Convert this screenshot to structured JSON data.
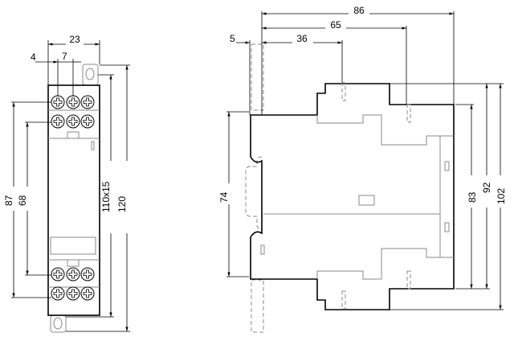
{
  "front_view": {
    "dims": {
      "width_total": "23",
      "offset": "4",
      "pitch": "7",
      "hole_spacing_outer": "87",
      "hole_spacing_inner": "68",
      "screw_size": "110x15",
      "height_total": "120"
    }
  },
  "side_view": {
    "dims": {
      "depth_total": "86",
      "depth_mid": "65",
      "depth_terminal": "36",
      "rail_offset": "5",
      "rail_height": "74",
      "height_body": "83",
      "height_mid": "92",
      "height_total": "102"
    }
  }
}
